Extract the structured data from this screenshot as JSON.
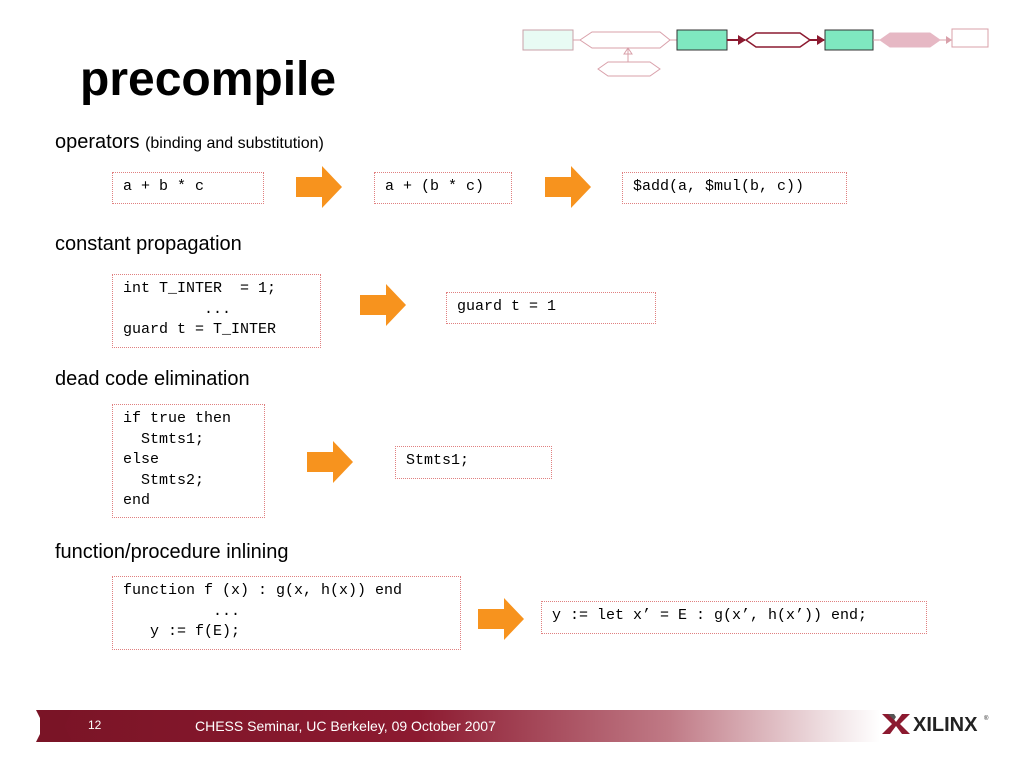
{
  "slide": {
    "title": "precompile",
    "page_number": "12",
    "footer": "CHESS Seminar, UC Berkeley, 09 October 2007",
    "logo_text": "XILINX"
  },
  "sections": [
    {
      "heading": "operators",
      "subheading": "(binding and substitution)",
      "boxes": [
        "a + b * c",
        "a + (b * c)",
        "$add(a, $mul(b, c))"
      ]
    },
    {
      "heading": "constant propagation",
      "boxes": [
        "int T_INTER  = 1;\n         ...\nguard t = T_INTER",
        "guard t = 1"
      ]
    },
    {
      "heading": "dead code elimination",
      "boxes": [
        "if true then\n  Stmts1;\nelse\n  Stmts2;\nend",
        "Stmts1;"
      ]
    },
    {
      "heading": "function/procedure inlining",
      "boxes": [
        "function f (x) : g(x, h(x)) end\n          ...\n   y := f(E);",
        "y := let x’ = E : g(x’, h(x’)) end;"
      ]
    }
  ],
  "colors": {
    "arrow": "#f7931e",
    "box_border": "#e08080",
    "footer_red": "#8c1a30",
    "flow_green": "#7fe8c0",
    "flow_red": "#8c1a30"
  }
}
